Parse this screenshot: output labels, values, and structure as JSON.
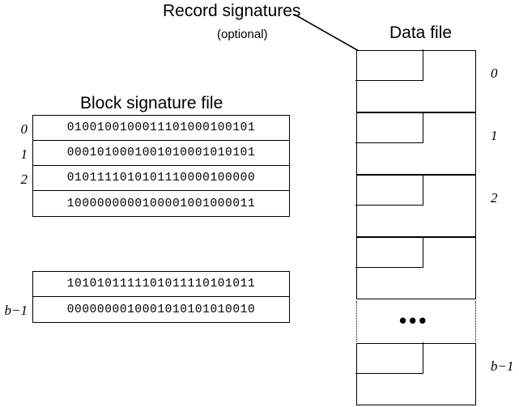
{
  "figure": {
    "annotations": {
      "record_signatures_title": "Record signatures",
      "record_signatures_note": "(optional)"
    },
    "block_signature_file": {
      "title": "Block signature file",
      "top_table": {
        "rows": [
          {
            "index_label": "0",
            "bits": "0100100100011101000100101"
          },
          {
            "index_label": "1",
            "bits": "0001010001001010001010101"
          },
          {
            "index_label": "2",
            "bits": "0101111010101110000100000"
          },
          {
            "index_label": "",
            "bits": "1000000000100001001000011"
          }
        ]
      },
      "bottom_table": {
        "rows": [
          {
            "index_label": "",
            "bits": "1010101111101011110101011"
          },
          {
            "index_label": "b−1",
            "bits": "0000000010001010101010010"
          }
        ]
      }
    },
    "data_file": {
      "title": "Data file",
      "blocks": [
        {
          "index_label": "0"
        },
        {
          "index_label": "1"
        },
        {
          "index_label": "2"
        },
        {
          "index_label": ""
        },
        {
          "index_label": "b−1"
        }
      ],
      "continuation_symbol": "•••"
    },
    "colors": {
      "stroke": "#000000",
      "background": "#ffffff",
      "text": "#000000"
    }
  }
}
